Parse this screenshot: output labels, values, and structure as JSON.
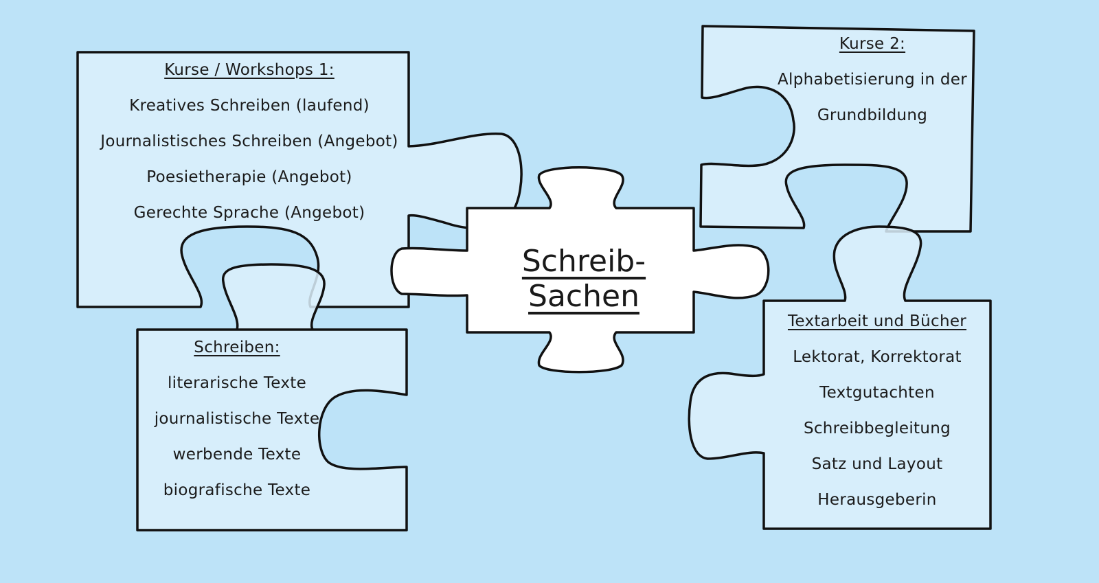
{
  "center": {
    "title": "Schreib-Sachen"
  },
  "pieces": {
    "kurse1": {
      "heading": "Kurse / Workshops 1:",
      "items": [
        "Kreatives Schreiben (laufend)",
        "Journalistisches Schreiben (Angebot)",
        "Poesietherapie (Angebot)",
        "Gerechte Sprache (Angebot)"
      ]
    },
    "schreiben": {
      "heading": "Schreiben:",
      "items": [
        "literarische Texte",
        "journalistische Texte",
        "werbende Texte",
        "biografische Texte"
      ]
    },
    "kurse2": {
      "heading": "Kurse 2:",
      "items": [
        "Alphabetisierung in der",
        "Grundbildung"
      ]
    },
    "textarbeit": {
      "heading": "Textarbeit und Bücher",
      "items": [
        "Lektorat, Korrektorat",
        "Textgutachten",
        "Schreibbegleitung",
        "Satz und Layout",
        "Herausgeberin"
      ]
    }
  },
  "colors": {
    "background": "#bde3f8",
    "piece": "#dcf0fc",
    "center": "#ffffff"
  }
}
